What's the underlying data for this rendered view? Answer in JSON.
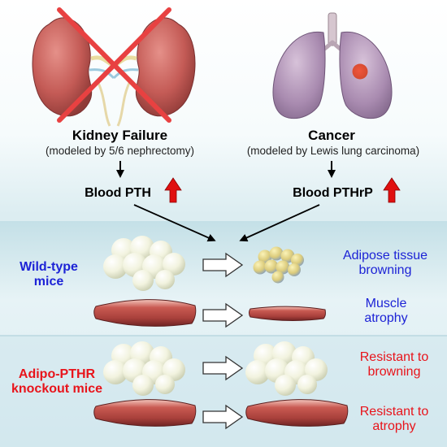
{
  "top": {
    "left": {
      "title": "Kidney Failure",
      "subtitle": "(modeled by 5/6 nephrectomy)",
      "hormone": "Blood PTH"
    },
    "right": {
      "title": "Cancer",
      "subtitle": "(modeled by Lewis lung carcinoma)",
      "hormone": "Blood PTHrP"
    }
  },
  "wild_type": {
    "label": "Wild-type mice",
    "adipose_result": "Adipose tissue browning",
    "muscle_result": "Muscle atrophy"
  },
  "knockout": {
    "label": "Adipo-PTHR knockout mice",
    "adipose_result": "Resistant to browning",
    "muscle_result": "Resistant to atrophy"
  },
  "colors": {
    "top_bg": "#ffffff",
    "band_bg": "#d6ebf0",
    "wild_type_text": "#1d23d6",
    "knockout_text": "#e8141b",
    "up_arrow": "#e01010",
    "cross": "#e53535"
  }
}
